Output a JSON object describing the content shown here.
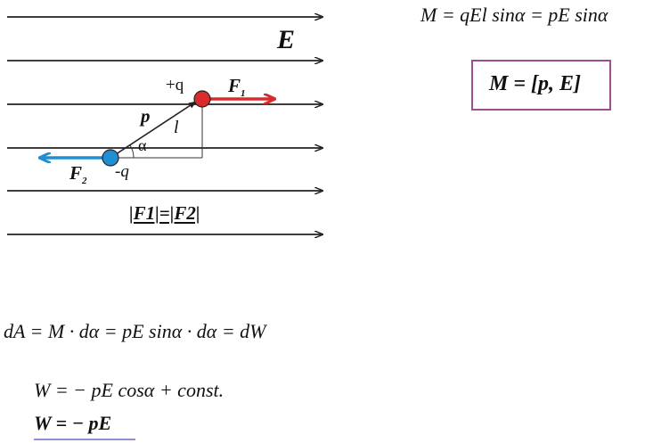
{
  "diagram": {
    "field_label": "E",
    "plus_charge": "+q",
    "minus_charge": "-q",
    "force1": "F",
    "force1_sub": "1",
    "force2": "F",
    "force2_sub": "2",
    "dipole_vector": "p",
    "length": "l",
    "angle": "α",
    "force_equality": "|F1|=|F2|",
    "colors": {
      "positive": "#d92b2b",
      "negative": "#1f8fd1",
      "frame": "#9b4f8f",
      "underline": "#6a6ad0"
    }
  },
  "formulas": {
    "torque": "M = qEl sinα = pE sinα",
    "torque_vector": "M = [p, E]",
    "work": "dA = M · dα = pE sinα · dα = dW",
    "energy": "W = − pE cosα + const.",
    "energy_vector": "W = − pE"
  }
}
